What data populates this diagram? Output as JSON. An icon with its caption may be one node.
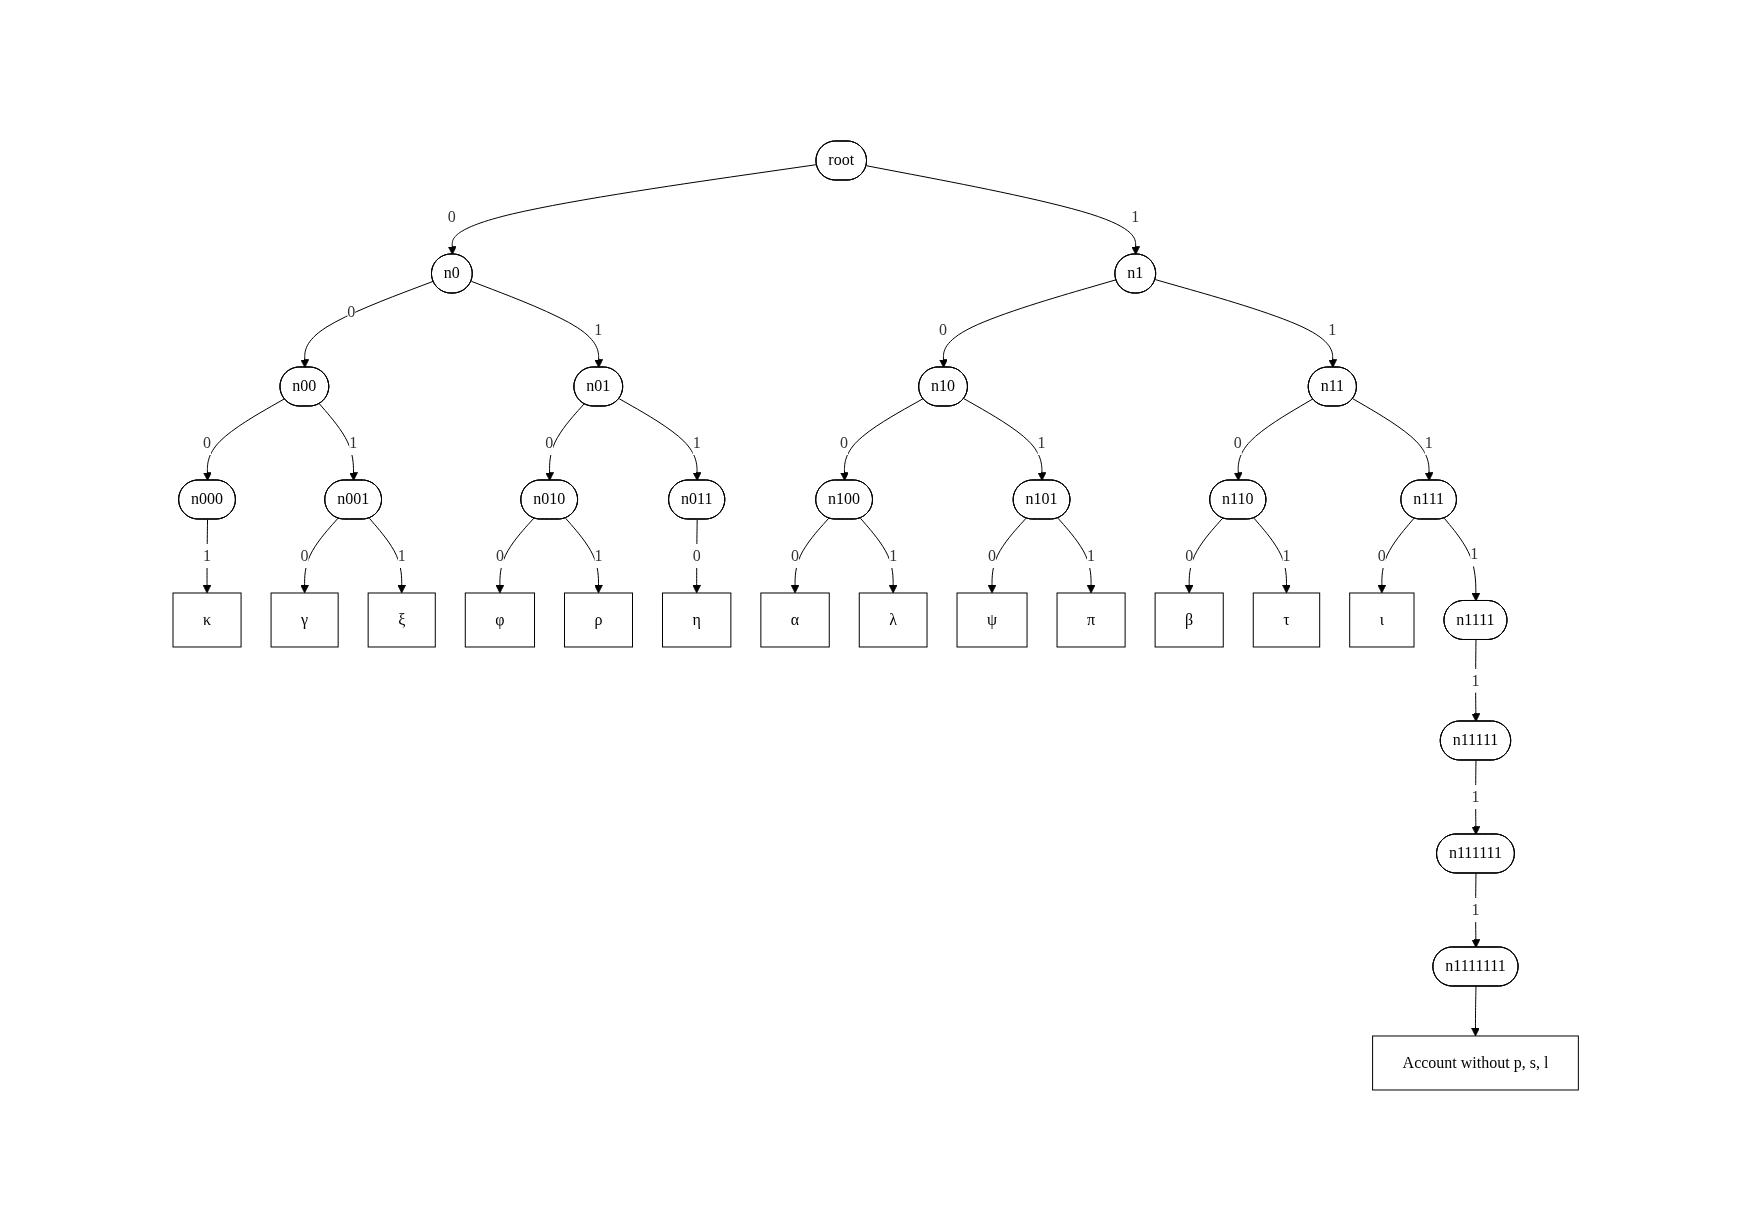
{
  "diagram": {
    "nodes": [
      {
        "text": [
          "root"
        ]
      },
      {
        "text": [
          "n0"
        ]
      },
      {
        "text": [
          "n1"
        ]
      },
      {
        "text": [
          "n00"
        ]
      },
      {
        "text": [
          "n01"
        ]
      },
      {
        "text": [
          "n10"
        ]
      },
      {
        "text": [
          "n11"
        ]
      },
      {
        "text": [
          "n000"
        ]
      },
      {
        "text": [
          "n001"
        ]
      },
      {
        "text": [
          "n010"
        ]
      },
      {
        "text": [
          "n011"
        ]
      },
      {
        "text": [
          "n100"
        ]
      },
      {
        "text": [
          "n101"
        ]
      },
      {
        "text": [
          "n110"
        ]
      },
      {
        "text": [
          "n111"
        ]
      },
      {
        "text": [
          "κ"
        ]
      },
      {
        "text": [
          "γ"
        ]
      },
      {
        "text": [
          "ξ"
        ]
      },
      {
        "text": [
          "φ"
        ]
      },
      {
        "text": [
          "ρ"
        ]
      },
      {
        "text": [
          "η"
        ]
      },
      {
        "text": [
          "α"
        ]
      },
      {
        "text": [
          "λ"
        ]
      },
      {
        "text": [
          "ψ"
        ]
      },
      {
        "text": [
          "π"
        ]
      },
      {
        "text": [
          "β"
        ]
      },
      {
        "text": [
          "τ"
        ]
      },
      {
        "text": [
          "ι"
        ]
      },
      {
        "text": [
          "n1111"
        ]
      },
      {
        "text": [
          "n11111"
        ]
      },
      {
        "text": [
          "n111111"
        ]
      },
      {
        "text": [
          "n1111111"
        ]
      },
      {
        "text": [
          "Account without p, s, l"
        ]
      }
    ],
    "edges": [
      {
        "from": 0,
        "to": 1,
        "arrow": "to",
        "label": "0"
      },
      {
        "from": 0,
        "to": 2,
        "arrow": "to",
        "label": "1"
      },
      {
        "from": 1,
        "to": 3,
        "arrow": "to",
        "label": "0"
      },
      {
        "from": 1,
        "to": 4,
        "arrow": "to",
        "label": "1"
      },
      {
        "from": 2,
        "to": 5,
        "arrow": "to",
        "label": "0"
      },
      {
        "from": 2,
        "to": 6,
        "arrow": "to",
        "label": "1"
      },
      {
        "from": 3,
        "to": 7,
        "arrow": "to",
        "label": "0"
      },
      {
        "from": 3,
        "to": 8,
        "arrow": "to",
        "label": "1"
      },
      {
        "from": 4,
        "to": 9,
        "arrow": "to",
        "label": "0"
      },
      {
        "from": 4,
        "to": 10,
        "arrow": "to",
        "label": "1"
      },
      {
        "from": 5,
        "to": 11,
        "arrow": "to",
        "label": "0"
      },
      {
        "from": 5,
        "to": 12,
        "arrow": "to",
        "label": "1"
      },
      {
        "from": 6,
        "to": 13,
        "arrow": "to",
        "label": "0"
      },
      {
        "from": 6,
        "to": 14,
        "arrow": "to",
        "label": "1"
      },
      {
        "from": 7,
        "to": 15,
        "arrow": "to",
        "label": "1"
      },
      {
        "from": 8,
        "to": 16,
        "arrow": "to",
        "label": "0"
      },
      {
        "from": 8,
        "to": 17,
        "arrow": "to",
        "label": "1"
      },
      {
        "from": 9,
        "to": 18,
        "arrow": "to",
        "label": "0"
      },
      {
        "from": 9,
        "to": 19,
        "arrow": "to",
        "label": "1"
      },
      {
        "from": 10,
        "to": 20,
        "arrow": "to",
        "label": "0"
      },
      {
        "from": 11,
        "to": 21,
        "arrow": "to",
        "label": "0"
      },
      {
        "from": 11,
        "to": 22,
        "arrow": "to",
        "label": "1"
      },
      {
        "from": 12,
        "to": 23,
        "arrow": "to",
        "label": "0"
      },
      {
        "from": 12,
        "to": 24,
        "arrow": "to",
        "label": "1"
      },
      {
        "from": 13,
        "to": 25,
        "arrow": "to",
        "label": "0"
      },
      {
        "from": 13,
        "to": 26,
        "arrow": "to",
        "label": "1"
      },
      {
        "from": 14,
        "to": 27,
        "arrow": "to",
        "label": "0"
      },
      {
        "from": 14,
        "to": 28,
        "arrow": "to",
        "label": "1"
      },
      {
        "from": 28,
        "to": 29,
        "arrow": "to",
        "label": "1"
      },
      {
        "from": 29,
        "to": 30,
        "arrow": "to",
        "label": "1"
      },
      {
        "from": 30,
        "to": 31,
        "arrow": "to",
        "label": "1"
      },
      {
        "from": 31,
        "to": 32,
        "arrow": "to"
      }
    ]
  }
}
